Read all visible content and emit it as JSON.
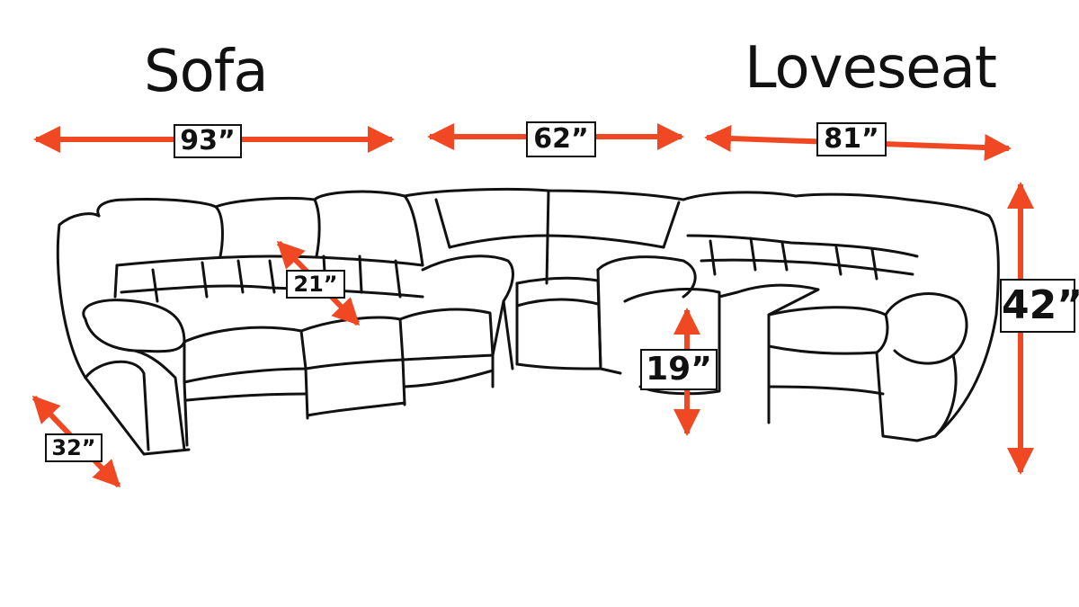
{
  "titles": {
    "sofa": "Sofa",
    "loveseat": "Loveseat"
  },
  "dimensions": {
    "sofa_width": "93”",
    "wedge_width": "62”",
    "loveseat_width": "81”",
    "height": "42”",
    "seat_height": "19”",
    "seat_depth": "21”",
    "depth": "32”"
  },
  "colors": {
    "arrow": "#ef4823",
    "outline": "#111111",
    "background": "#ffffff"
  },
  "icons": [
    "sectional-sofa-line-drawing"
  ]
}
